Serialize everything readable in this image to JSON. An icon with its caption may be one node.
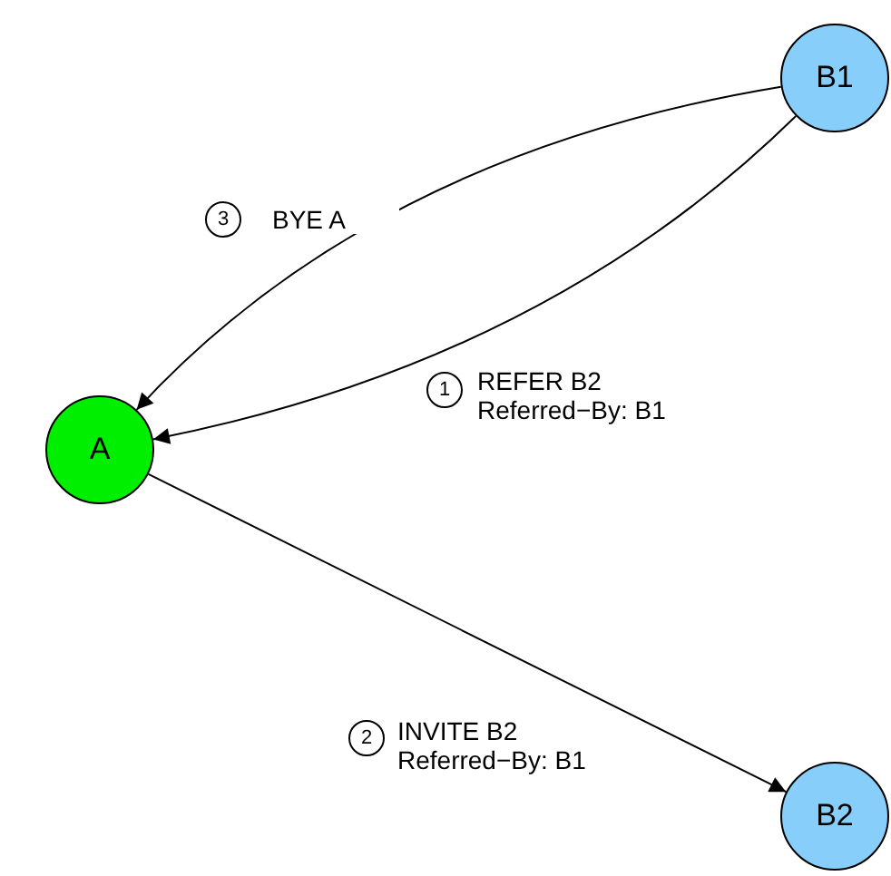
{
  "diagram": {
    "nodes": [
      {
        "text": [
          "A"
        ]
      },
      {
        "text": [
          "B1"
        ]
      },
      {
        "text": [
          "B2"
        ]
      }
    ],
    "edges": [
      {
        "from": 1,
        "to": 0,
        "arrow": "to",
        "label": "REFER B2 Referred−By: B1"
      },
      {
        "from": 0,
        "to": 2,
        "arrow": "to",
        "label": "INVITE B2 Referred−By: B1"
      },
      {
        "from": 1,
        "to": 0,
        "arrow": "to",
        "label": "BYE A"
      }
    ],
    "labels": [
      "3",
      "1",
      "2"
    ]
  }
}
